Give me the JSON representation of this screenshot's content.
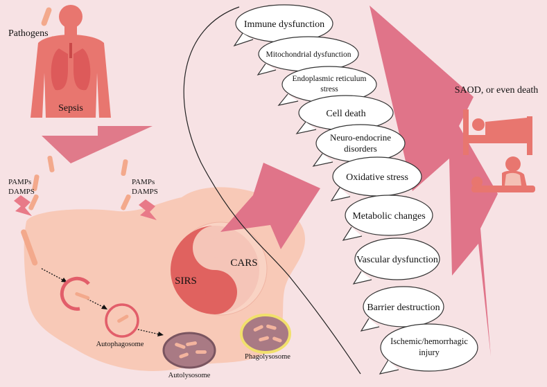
{
  "labels": {
    "pathogens": "Pathogens",
    "sepsis": "Sepsis",
    "pamps_left_1": "PAMPs",
    "damps_left_2": "DAMPS",
    "pamps_right_1": "PAMPs",
    "damps_right_2": "DAMPS",
    "sirs": "SIRS",
    "cars": "CARS",
    "autophagosome": "Autophagosome",
    "autolysosome": "Autolysosome",
    "phagolysosome": "Phagolysosome",
    "outcome": "SAOD, or even death"
  },
  "bubbles": [
    {
      "lines": [
        "Immune dysfunction"
      ]
    },
    {
      "lines": [
        "Mitochondrial dysfunction"
      ]
    },
    {
      "lines": [
        "Endoplasmic reticulum",
        "stress"
      ]
    },
    {
      "lines": [
        "Cell death"
      ]
    },
    {
      "lines": [
        "Neuro-endocrine",
        "disorders"
      ]
    },
    {
      "lines": [
        "Oxidative stress"
      ]
    },
    {
      "lines": [
        "Metabolic changes"
      ]
    },
    {
      "lines": [
        "Vascular dysfunction"
      ]
    },
    {
      "lines": [
        "Barrier destruction"
      ]
    },
    {
      "lines": [
        "Ischemic/hemorrhagic",
        "injury"
      ]
    }
  ],
  "colors": {
    "background": "#f7e2e4",
    "body": "#e8766f",
    "arrow": "#e07489",
    "cell": "#f8c9b7",
    "yin": "#e0625f",
    "yang": "#f5c5b8",
    "phago_ring": "#f1e06c"
  }
}
